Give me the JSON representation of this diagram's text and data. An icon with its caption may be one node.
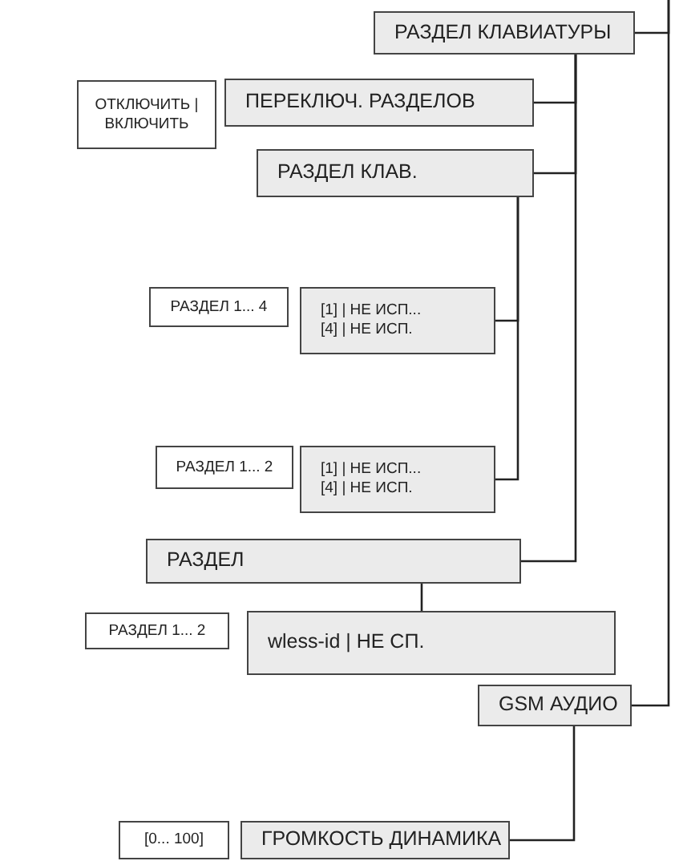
{
  "diagram": {
    "nodes": [
      {
        "text": [
          "РАЗДЕЛ КЛАВИАТУРЫ"
        ]
      },
      {
        "text": [
          "ОТКЛЮЧИТЬ | ВКЛЮЧИТЬ"
        ]
      },
      {
        "text": [
          "ПЕРЕКЛЮЧ. РАЗДЕЛОВ"
        ]
      },
      {
        "text": [
          "РАЗДЕЛ КЛАВ."
        ]
      },
      {
        "text": [
          "РАЗДЕЛ 1... 4"
        ]
      },
      {
        "text": [
          "[1] | НЕ ИСП...",
          "[4] | НЕ ИСП."
        ]
      },
      {
        "text": [
          "РАЗДЕЛ 1... 2"
        ]
      },
      {
        "text": [
          "[1] | НЕ ИСП...",
          "[4] | НЕ ИСП."
        ]
      },
      {
        "text": [
          "РАЗДЕЛ"
        ]
      },
      {
        "text": [
          "РАЗДЕЛ 1... 2"
        ]
      },
      {
        "text": [
          "wless-id | НЕ СП."
        ]
      },
      {
        "text": [
          "GSM АУДИО"
        ]
      },
      {
        "text": [
          "[0... 100]"
        ]
      },
      {
        "text": [
          "ГРОМКОСТЬ ДИНАМИКА"
        ]
      }
    ],
    "edges": [
      {
        "from": null,
        "to": 0,
        "arrow": "none"
      },
      {
        "from": 0,
        "to": 2,
        "arrow": "none"
      },
      {
        "from": 0,
        "to": 3,
        "arrow": "none"
      },
      {
        "from": 3,
        "to": 5,
        "arrow": "none"
      },
      {
        "from": 3,
        "to": 7,
        "arrow": "none"
      },
      {
        "from": 0,
        "to": 8,
        "arrow": "none"
      },
      {
        "from": 8,
        "to": 10,
        "arrow": "none"
      },
      {
        "from": null,
        "to": 11,
        "arrow": "none"
      },
      {
        "from": 11,
        "to": 13,
        "arrow": "none"
      }
    ]
  }
}
